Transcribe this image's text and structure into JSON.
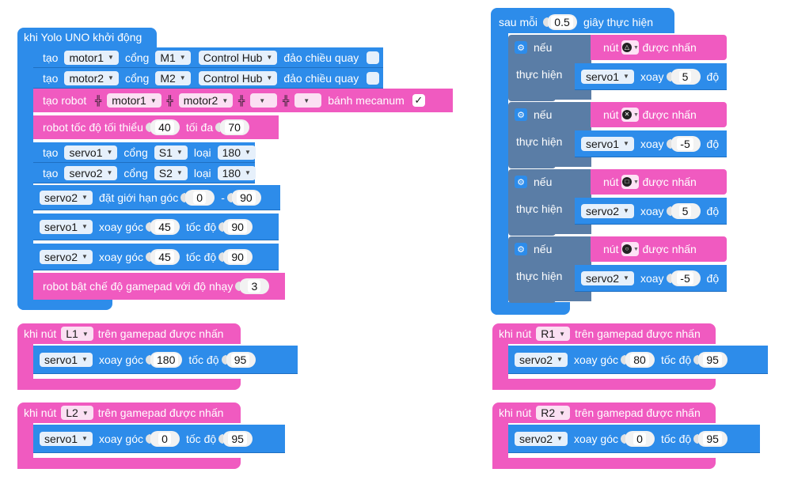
{
  "startup": {
    "title": "khi Yolo UNO khởi động",
    "motor1": {
      "create": "tạo",
      "name": "motor1",
      "port_label": "cổng",
      "port": "M1",
      "hub": "Control Hub",
      "reverse": "đảo chiều quay"
    },
    "motor2": {
      "create": "tạo",
      "name": "motor2",
      "port_label": "cổng",
      "port": "M2",
      "hub": "Control Hub",
      "reverse": "đảo chiều quay"
    },
    "robot": {
      "create": "tạo robot",
      "m1": "motor1",
      "m2": "motor2",
      "mecanum": "bánh mecanum",
      "check": "✓"
    },
    "speed": {
      "label": "robot tốc độ tối thiểu",
      "min": "40",
      "max_label": "tối đa",
      "max": "70"
    },
    "servo1_create": {
      "create": "tạo",
      "name": "servo1",
      "port_label": "cổng",
      "port": "S1",
      "type_label": "loại",
      "type": "180"
    },
    "servo2_create": {
      "create": "tạo",
      "name": "servo2",
      "port_label": "cổng",
      "port": "S2",
      "type_label": "loại",
      "type": "180"
    },
    "servo2_limit": {
      "name": "servo2",
      "label": "đặt giới hạn góc",
      "min": "0",
      "dash": "-",
      "max": "90"
    },
    "servo1_rotate": {
      "name": "servo1",
      "label": "xoay góc",
      "angle": "45",
      "speed_label": "tốc độ",
      "speed": "90"
    },
    "servo2_rotate": {
      "name": "servo2",
      "label": "xoay góc",
      "angle": "45",
      "speed_label": "tốc độ",
      "speed": "90"
    },
    "gamepad": {
      "label": "robot bật chế độ gamepad với độ nhạy",
      "value": "3"
    }
  },
  "loop": {
    "every": "sau mỗi",
    "interval": "0.5",
    "action": "giây thực hiện",
    "if_label": "nếu",
    "then_label": "thực hiện",
    "button_label": "nút",
    "pressed": "được nhấn",
    "rotate": "xoay",
    "unit": "độ",
    "items": [
      {
        "symbol": "△",
        "servo": "servo1",
        "value": "5"
      },
      {
        "symbol": "✕",
        "servo": "servo1",
        "value": "-5"
      },
      {
        "symbol": "□",
        "servo": "servo2",
        "value": "5"
      },
      {
        "symbol": "○",
        "servo": "servo2",
        "value": "-5"
      }
    ]
  },
  "events": [
    {
      "pre": "khi nút",
      "btn": "L1",
      "post": "trên gamepad được nhấn",
      "servo": "servo1",
      "label": "xoay góc",
      "angle": "180",
      "speed_label": "tốc độ",
      "speed": "95"
    },
    {
      "pre": "khi nút",
      "btn": "L2",
      "post": "trên gamepad được nhấn",
      "servo": "servo1",
      "label": "xoay góc",
      "angle": "0",
      "speed_label": "tốc độ",
      "speed": "95"
    },
    {
      "pre": "khi nút",
      "btn": "R1",
      "post": "trên gamepad được nhấn",
      "servo": "servo2",
      "label": "xoay góc",
      "angle": "80",
      "speed_label": "tốc độ",
      "speed": "95"
    },
    {
      "pre": "khi nút",
      "btn": "R2",
      "post": "trên gamepad được nhấn",
      "servo": "servo2",
      "label": "xoay góc",
      "angle": "0",
      "speed_label": "tốc độ",
      "speed": "95"
    }
  ],
  "colors": {
    "blue": "#2d8cea",
    "pink": "#f05ac0",
    "slate": "#5a7da6"
  }
}
